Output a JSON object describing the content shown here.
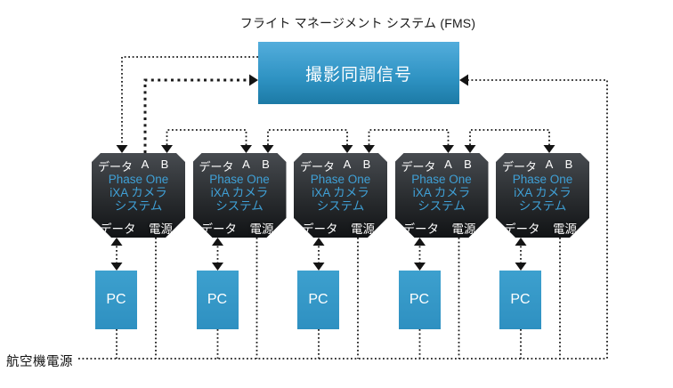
{
  "title": "フライト マネージメント システム (FMS)",
  "fms": {
    "label": "撮影同調信号"
  },
  "cameras": {
    "count": 5,
    "top_ports": {
      "data": "データ",
      "a": "A",
      "b": "B"
    },
    "name_lines": [
      "Phase One",
      "iXA カメラ",
      "システム"
    ],
    "bottom_ports": {
      "data": "データ",
      "power": "電源"
    },
    "pc_label": "PC"
  },
  "power_label": "航空機電源",
  "colors": {
    "fms_blue_top": "#53addc",
    "fms_blue_bottom": "#1c7aa6",
    "camera_dark_top": "#474b50",
    "camera_dark_bottom": "#111315",
    "phaseone_text_blue": "#3fa0d6",
    "pc_blue": "#2e90c1",
    "line": "#1b1b1b",
    "background": "#ffffff"
  }
}
